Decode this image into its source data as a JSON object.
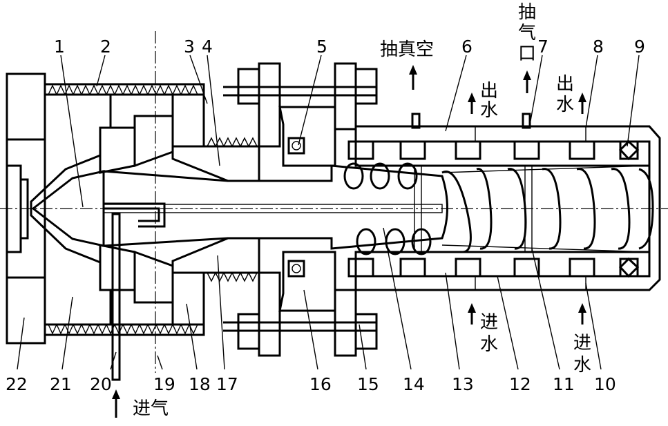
{
  "part_numbers": [
    "1",
    "2",
    "3",
    "4",
    "5",
    "6",
    "7",
    "8",
    "9",
    "10",
    "11",
    "12",
    "13",
    "14",
    "15",
    "16",
    "17",
    "18",
    "19",
    "20",
    "21",
    "22"
  ],
  "annotations": {
    "vacuum": "抽真空",
    "vent_top": "抽",
    "vent_mid": "气",
    "vent_bottom": "口",
    "water_out_1_a": "出",
    "water_out_1_b": "水",
    "water_out_2_a": "出",
    "water_out_2_b": "水",
    "water_in_1_a": "进",
    "water_in_1_b": "水",
    "water_in_2_a": "进",
    "water_in_2_b": "水",
    "air_in": "进气"
  }
}
